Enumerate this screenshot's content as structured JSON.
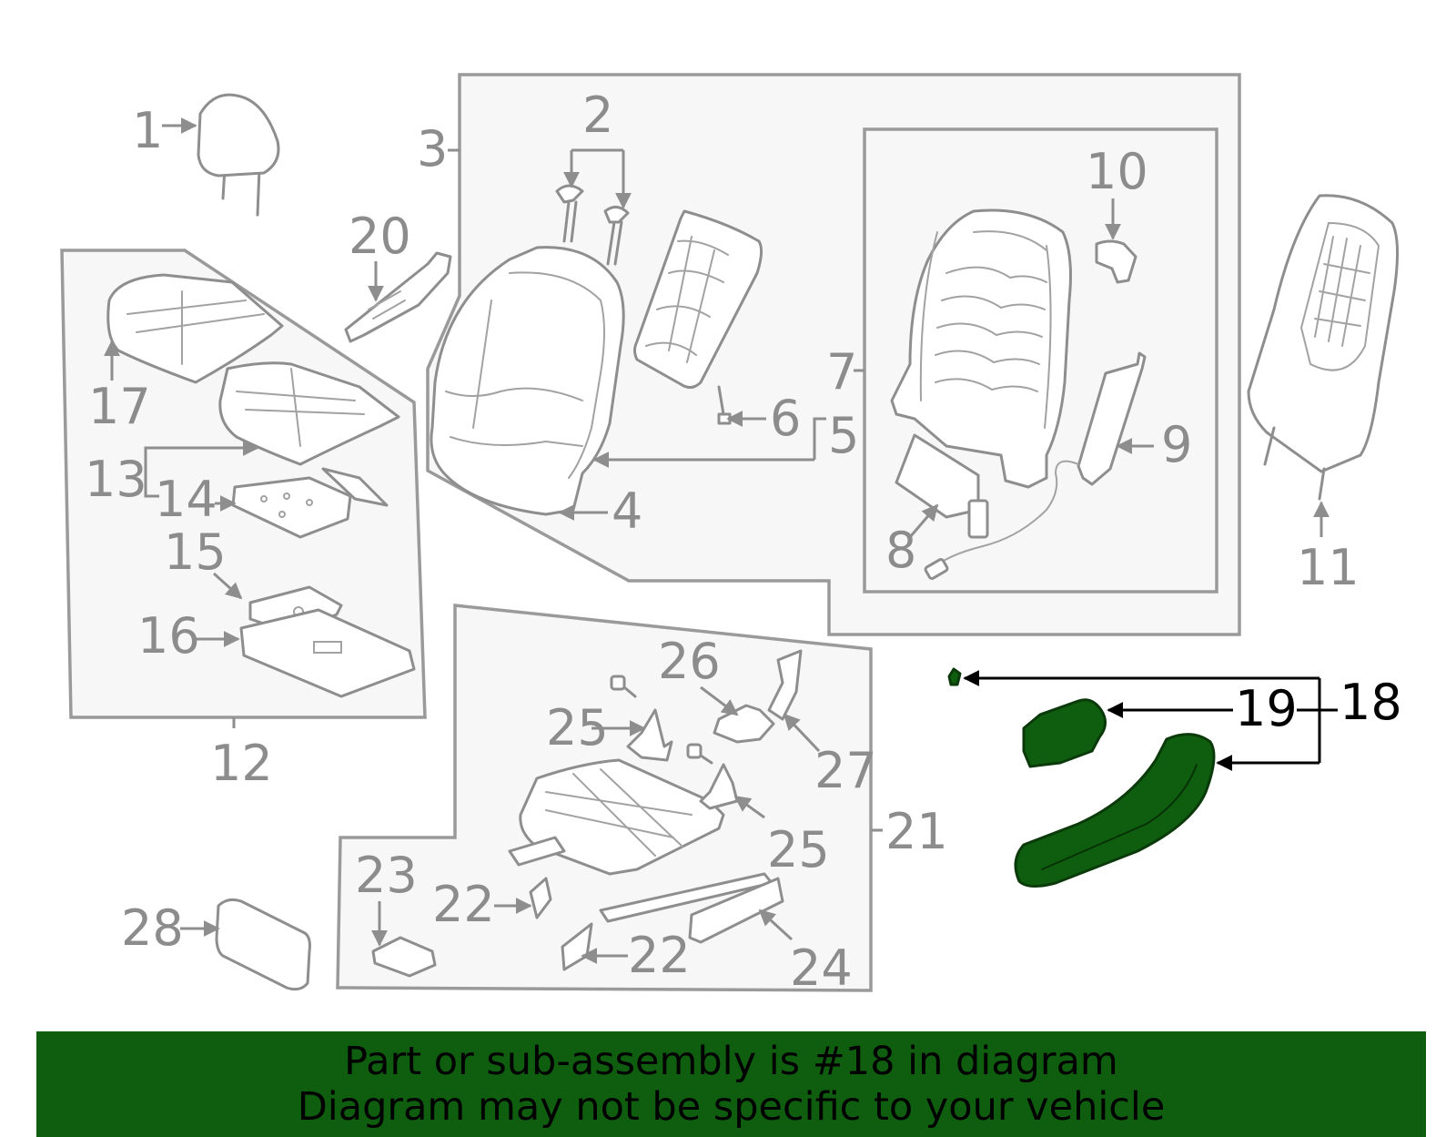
{
  "callouts": {
    "c1": "1",
    "c2": "2",
    "c3": "3",
    "c4": "4",
    "c5": "5",
    "c6": "6",
    "c7": "7",
    "c8": "8",
    "c9": "9",
    "c10": "10",
    "c11": "11",
    "c12": "12",
    "c13": "13",
    "c14": "14",
    "c15": "15",
    "c16": "16",
    "c17": "17",
    "c18": "18",
    "c19": "19",
    "c20": "20",
    "c21": "21",
    "c22a": "22",
    "c22b": "22",
    "c23": "23",
    "c24": "24",
    "c25a": "25",
    "c25b": "25",
    "c26": "26",
    "c27": "27",
    "c28": "28"
  },
  "highlight": {
    "part_number": "18",
    "color": "#0f5e10",
    "banner_color": "#0f5e10"
  },
  "banner": {
    "line1": "Part or sub-assembly is #18 in diagram",
    "line2": "Diagram may not be specific to your vehicle"
  }
}
